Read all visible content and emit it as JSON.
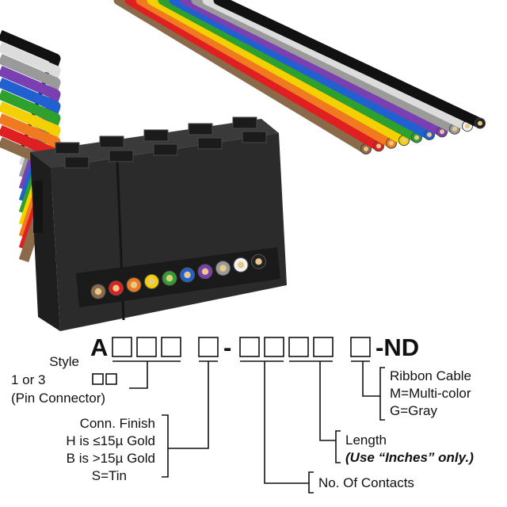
{
  "part_number": {
    "prefix": "A",
    "dash": "-",
    "suffix": "-ND"
  },
  "labels": {
    "style_title": "Style",
    "style_option": "1 or 3",
    "style_note": "(Pin Connector)",
    "finish_title": "Conn. Finish",
    "finish_h": "H is ≤15µ Gold",
    "finish_b": "B is >15µ Gold",
    "finish_s": "S=Tin",
    "contacts": "No. Of Contacts",
    "length_title": "Length",
    "length_note": "(Use “Inches” only.)",
    "ribbon_title": "Ribbon Cable",
    "ribbon_m": "M=Multi-color",
    "ribbon_g": "G=Gray"
  },
  "colors": {
    "housing": "#2b2b2b",
    "wires": [
      "#8b6a4a",
      "#e02020",
      "#f07a20",
      "#f5d000",
      "#2ea02e",
      "#2060d0",
      "#7a3fb0",
      "#9a9a9a",
      "#f2f2f2",
      "#111111"
    ]
  }
}
